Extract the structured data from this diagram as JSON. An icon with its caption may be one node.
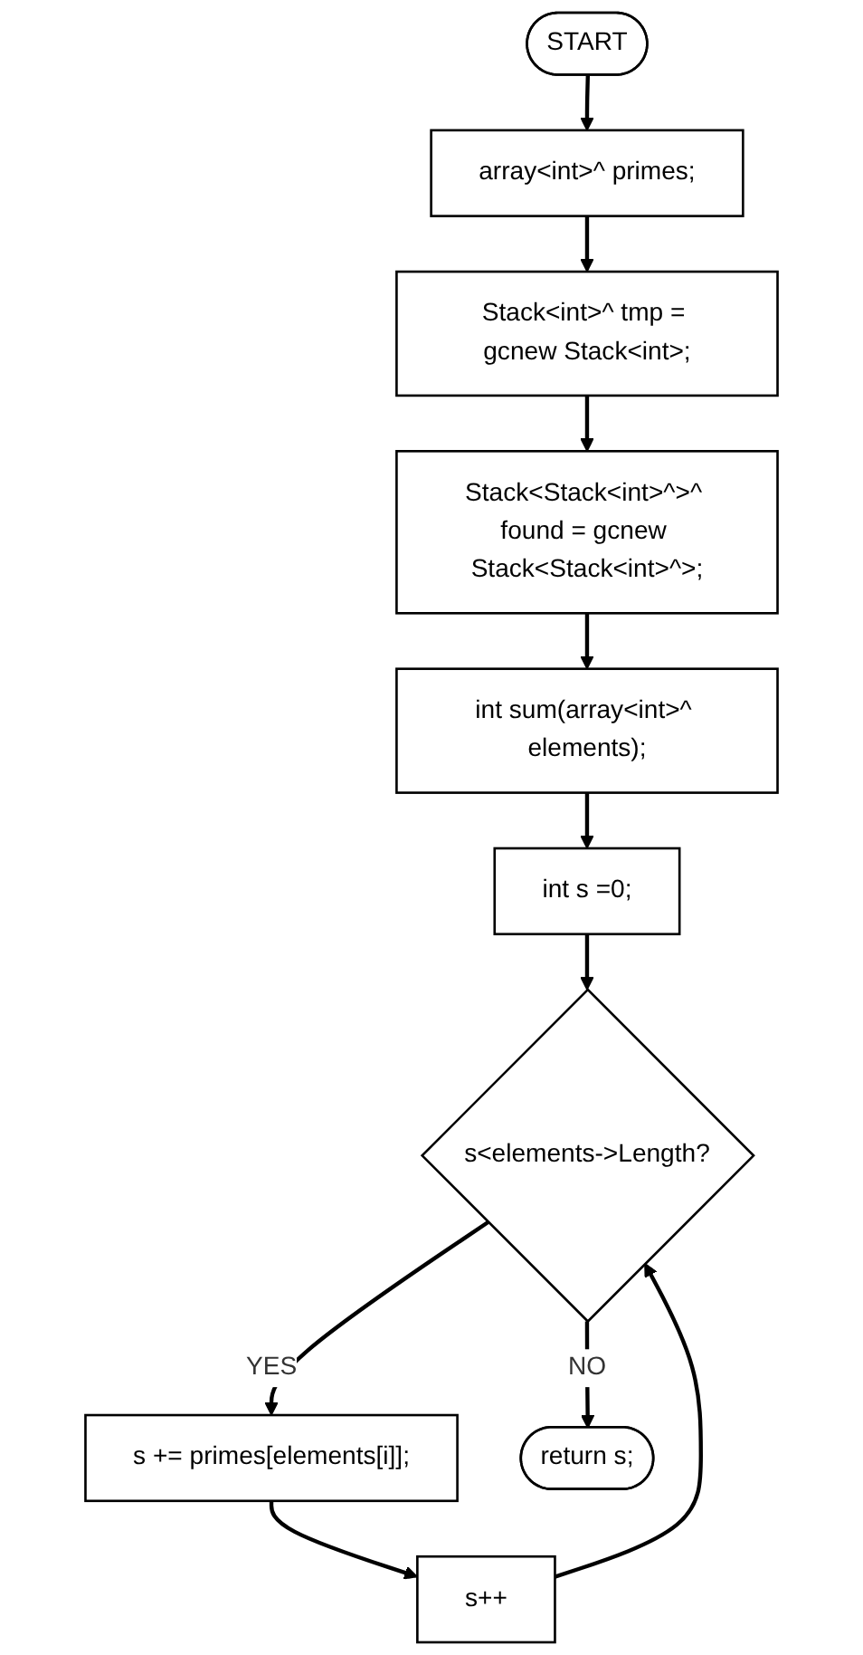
{
  "diagram": {
    "nodes": [
      {
        "text": [
          "START"
        ]
      },
      {
        "text": [
          "array<int>^ primes;"
        ]
      },
      {
        "text": [
          "Stack<int>^ tmp = gcnew Stack<int>;"
        ]
      },
      {
        "text": [
          "Stack<Stack<int>^>^ found = gcnew Stack<Stack<int>^>;"
        ]
      },
      {
        "text": [
          "int sum(array<int>^ elements);"
        ]
      },
      {
        "text": [
          "int s =0;"
        ]
      },
      {
        "text": [
          "s<elements->Length?"
        ]
      },
      {
        "text": [
          "s += primes[elements[i]];"
        ]
      },
      {
        "text": [
          "s++"
        ]
      },
      {
        "text": [
          "return s;"
        ]
      }
    ],
    "edges": [
      {
        "from": 0,
        "to": 1,
        "arrow": "to"
      },
      {
        "from": 1,
        "to": 2,
        "arrow": "to"
      },
      {
        "from": 2,
        "to": 3,
        "arrow": "to"
      },
      {
        "from": 3,
        "to": 4,
        "arrow": "to"
      },
      {
        "from": 4,
        "to": 5,
        "arrow": "to"
      },
      {
        "from": 5,
        "to": 6,
        "arrow": "to"
      },
      {
        "from": 6,
        "to": 7,
        "arrow": "to",
        "label": "YES"
      },
      {
        "from": 6,
        "to": 9,
        "arrow": "to",
        "label": "NO"
      },
      {
        "from": 7,
        "to": 8,
        "arrow": "to"
      },
      {
        "from": 8,
        "to": 6,
        "arrow": "to"
      }
    ]
  }
}
